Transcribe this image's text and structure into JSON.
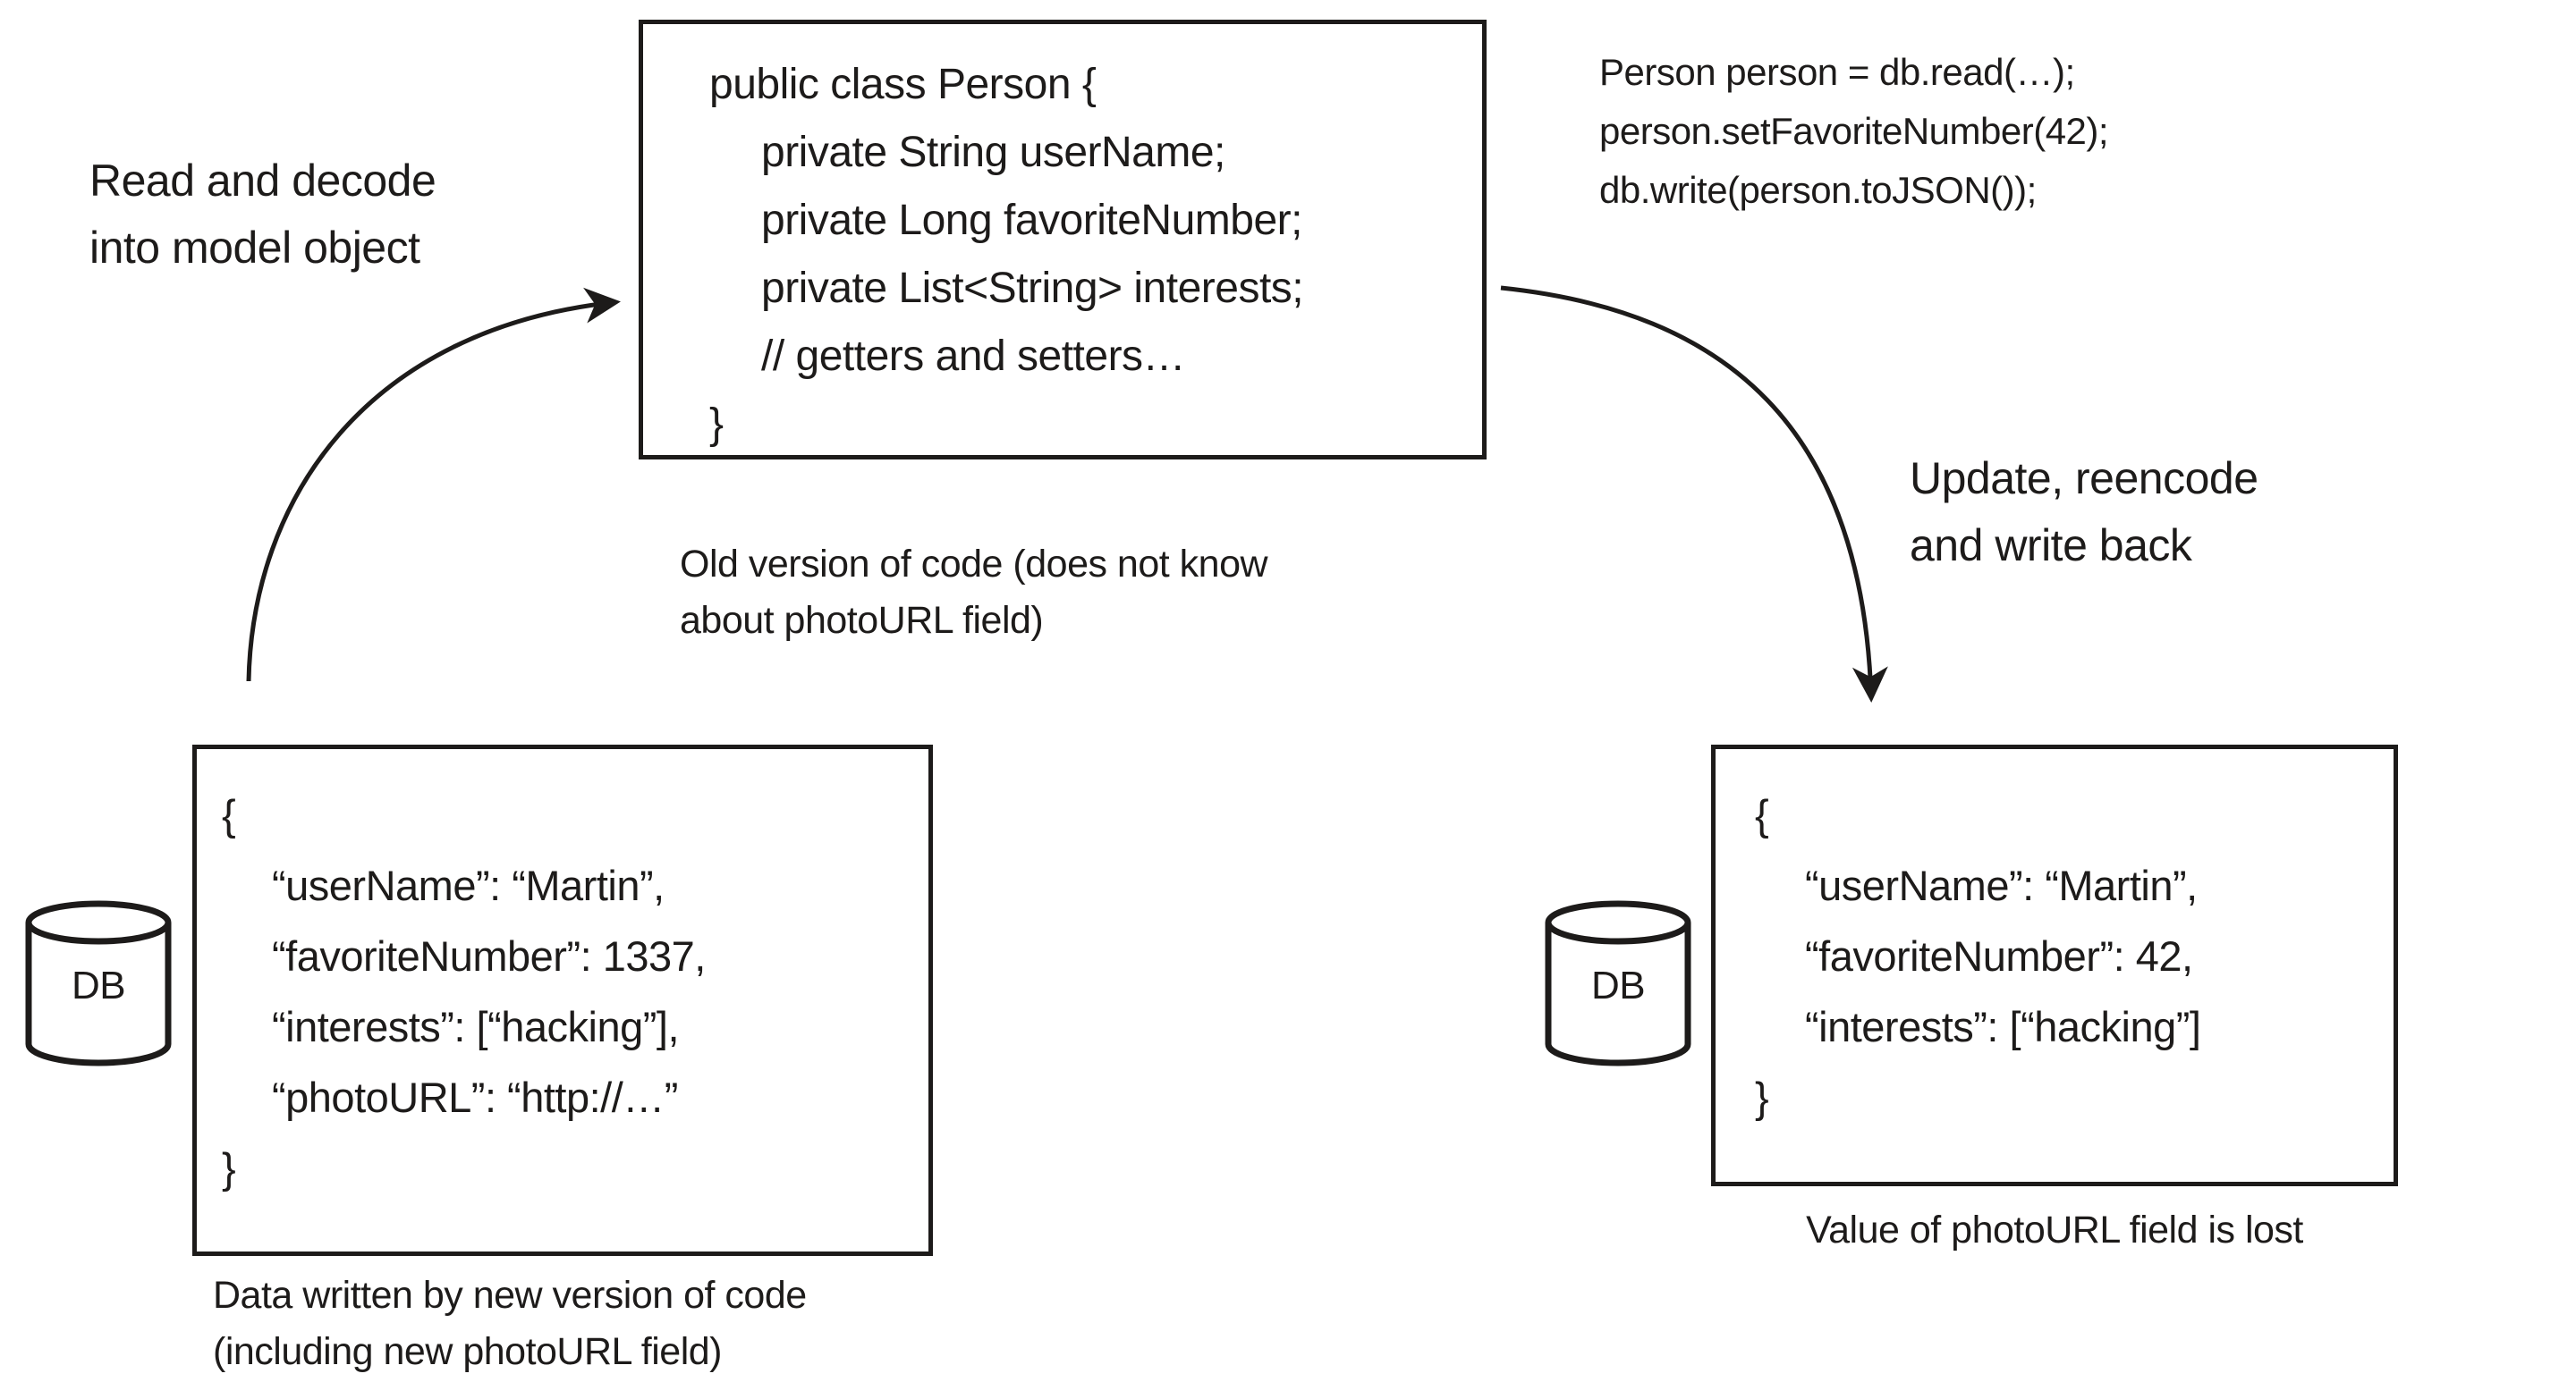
{
  "colors": {
    "ink": "#1d1b1a",
    "background": "#ffffff"
  },
  "read_label": {
    "line1": "Read and decode",
    "line2": "into model object"
  },
  "write_label": {
    "line1": "Update, reencode",
    "line2": "and write back"
  },
  "class_box": {
    "lines": [
      "public class Person {",
      "private String userName;",
      "private Long favoriteNumber;",
      "private List<String> interests;",
      "// getters and setters…",
      "}"
    ],
    "caption_line1": "Old version of code (does not know",
    "caption_line2": "about photoURL field)"
  },
  "update_code": {
    "lines": [
      "Person person = db.read(…);",
      "person.setFavoriteNumber(42);",
      "db.write(person.toJSON());"
    ]
  },
  "left_db": {
    "label": "DB"
  },
  "right_db": {
    "label": "DB"
  },
  "left_json_box": {
    "lines": [
      "{",
      "“userName”: “Martin”,",
      "“favoriteNumber”: 1337,",
      "“interests”: [“hacking”],",
      "“photoURL”: “http://…”",
      "}"
    ],
    "caption_line1": "Data written by new version of code",
    "caption_line2": "(including new photoURL field)"
  },
  "right_json_box": {
    "lines": [
      "{",
      "“userName”: “Martin”,",
      "“favoriteNumber”: 42,",
      "“interests”: [“hacking”]",
      "}"
    ],
    "caption": "Value of photoURL field is lost"
  }
}
